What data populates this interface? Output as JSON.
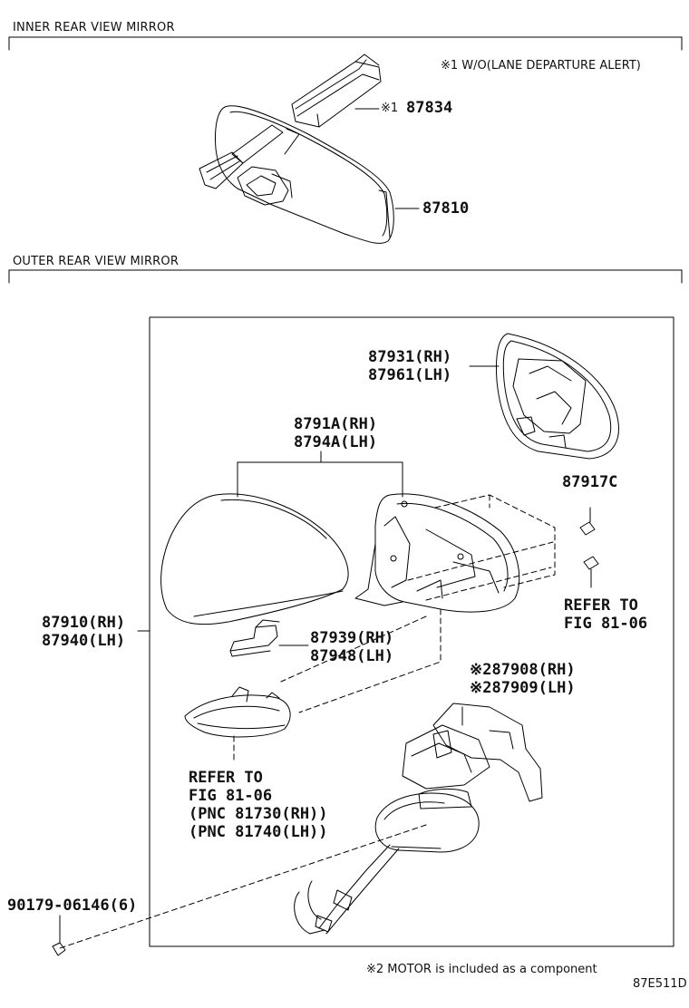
{
  "sections": {
    "inner": "INNER REAR VIEW MIRROR",
    "outer": "OUTER REAR VIEW MIRROR"
  },
  "notes": {
    "note1": "※1 W/O(LANE DEPARTURE ALERT)",
    "note2": "※2 MOTOR is included as a component",
    "figure_code": "87E511D"
  },
  "parts": {
    "p87834_mark": "※1",
    "p87834": "87834",
    "p87810": "87810",
    "p87931": "87931(RH)",
    "p87961": "87961(LH)",
    "p8791A": "8791A(RH)",
    "p8794A": "8794A(LH)",
    "p87917C": "87917C",
    "refer1_a": "REFER TO",
    "refer1_b": "FIG 81-06",
    "p87910": "87910(RH)",
    "p87940": "87940(LH)",
    "p87939": "87939(RH)",
    "p87948": "87948(LH)",
    "p87908": "※287908(RH)",
    "p87909": "※287909(LH)",
    "refer2_a": "REFER TO",
    "refer2_b": "FIG 81-06",
    "refer2_c": "(PNC 81730(RH))",
    "refer2_d": "(PNC 81740(LH))",
    "p90179": "90179-06146(6)"
  }
}
